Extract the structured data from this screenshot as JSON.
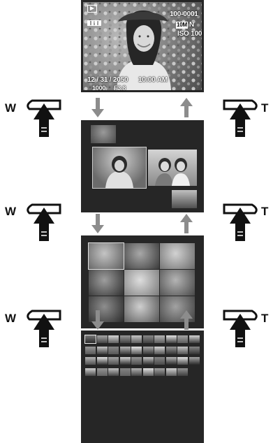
{
  "hud": {
    "mode_icon": "playback-icon",
    "battery_icon": "battery-full-icon",
    "file_number": "100-0001",
    "image_size": "10M",
    "quality": "N",
    "iso": "ISO 100",
    "date": "12 / 31 / 2050",
    "time": "10:00 AM",
    "shutter": "1000",
    "aperture": "F3.8"
  },
  "zoom_controls": {
    "wide_label": "W",
    "tele_label": "T"
  },
  "screens": [
    {
      "view": "single-frame"
    },
    {
      "view": "2-frame-overview"
    },
    {
      "view": "9-frame-overview"
    },
    {
      "view": "100-frame-overview",
      "thumbnails_shown": 39
    }
  ],
  "colors": {
    "screen_bg": "#262626",
    "arrow_gray": "#8c8c8c",
    "lever_black": "#111111"
  }
}
